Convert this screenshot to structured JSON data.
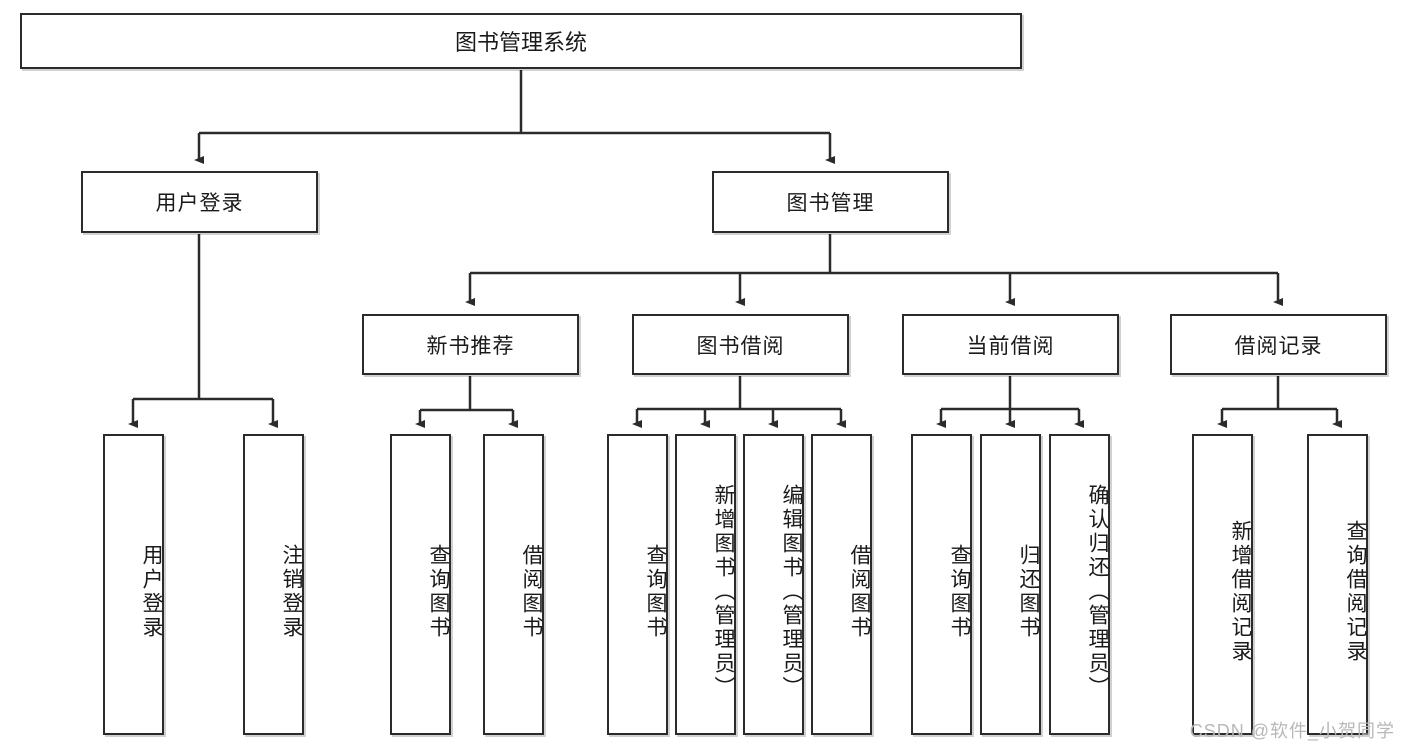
{
  "diagram": {
    "type": "tree-hierarchy",
    "title": "图书管理系统",
    "orientation": "top-down",
    "line_color": "#2b2b2b",
    "box_fill": "#ffffff",
    "text_color": "#1a1a1a",
    "levels": 4
  },
  "nodes": {
    "root": {
      "label": "图书管理系统"
    },
    "level2": [
      {
        "id": "user-login",
        "label": "用户登录"
      },
      {
        "id": "book-manage",
        "label": "图书管理"
      }
    ],
    "level3": [
      {
        "id": "new-book-recommend",
        "label": "新书推荐"
      },
      {
        "id": "book-borrow",
        "label": "图书借阅"
      },
      {
        "id": "current-borrow",
        "label": "当前借阅"
      },
      {
        "id": "borrow-record",
        "label": "借阅记录"
      }
    ],
    "leaves": {
      "user-login": [
        {
          "id": "leaf-user-login",
          "label": "用户登录"
        },
        {
          "id": "leaf-user-logout",
          "label": "注销登录"
        }
      ],
      "new-book-recommend": [
        {
          "id": "leaf-query-book-1",
          "label": "查询图书"
        },
        {
          "id": "leaf-borrow-book-1",
          "label": "借阅图书"
        }
      ],
      "book-borrow": [
        {
          "id": "leaf-query-book-2",
          "label": "查询图书"
        },
        {
          "id": "leaf-add-book",
          "label": "新增图书（管理员）"
        },
        {
          "id": "leaf-edit-book",
          "label": "编辑图书（管理员）"
        },
        {
          "id": "leaf-borrow-book-2",
          "label": "借阅图书"
        }
      ],
      "current-borrow": [
        {
          "id": "leaf-query-book-3",
          "label": "查询图书"
        },
        {
          "id": "leaf-return-book",
          "label": "归还图书"
        },
        {
          "id": "leaf-confirm-return",
          "label": "确认归还（管理员）"
        }
      ],
      "borrow-record": [
        {
          "id": "leaf-add-record",
          "label": "新增借阅记录"
        },
        {
          "id": "leaf-query-record",
          "label": "查询借阅记录"
        }
      ]
    }
  },
  "watermark": {
    "text": "CSDN @软件_小贺同学"
  }
}
